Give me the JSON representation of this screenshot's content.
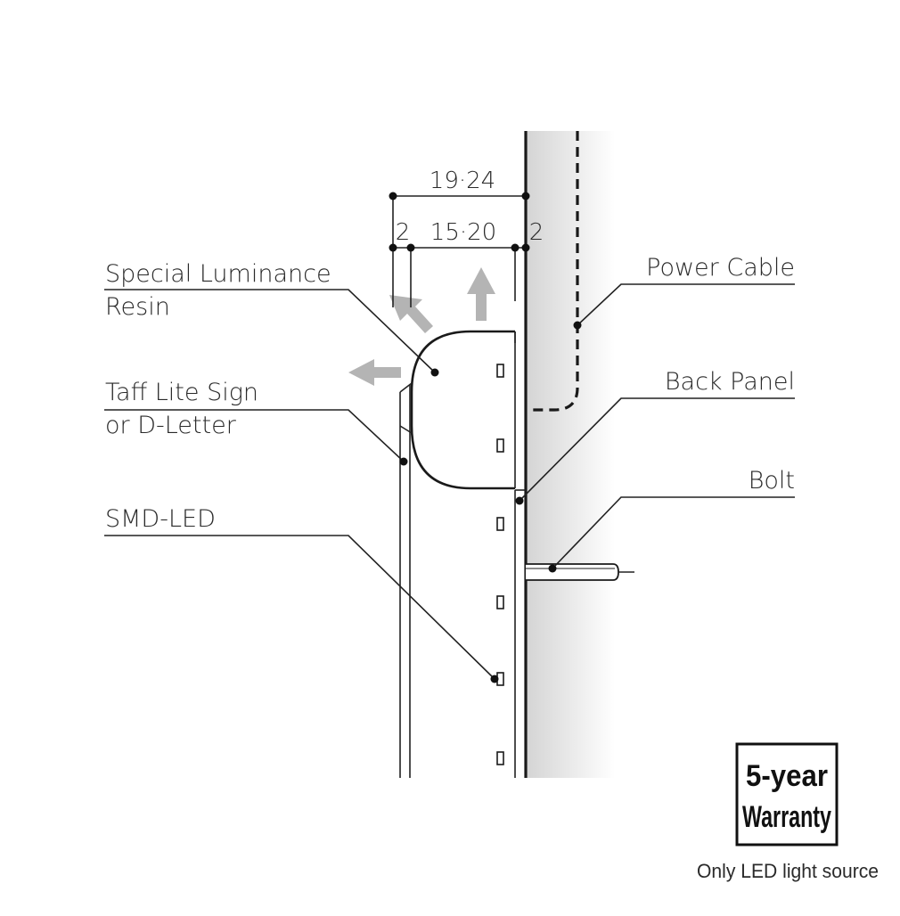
{
  "dimensions": {
    "overall": "19·24",
    "inner": "15·20",
    "left_gap": "2",
    "right_gap": "2"
  },
  "labels": {
    "special_luminance_line1": "Special Luminance",
    "special_luminance_line2": "Resin",
    "taff_lite_line1": "Taff Lite Sign",
    "taff_lite_line2": "or D-Letter",
    "smd_led": "SMD-LED",
    "power_cable": "Power Cable",
    "back_panel": "Back Panel",
    "bolt": "Bolt"
  },
  "warranty": {
    "line1": "5-year",
    "line2": "Warranty",
    "footnote": "Only LED light source"
  },
  "colors": {
    "arrow_gray": "#b4b4b4",
    "wall_shade": "#d8d8d8",
    "line": "#1a1a1a"
  }
}
